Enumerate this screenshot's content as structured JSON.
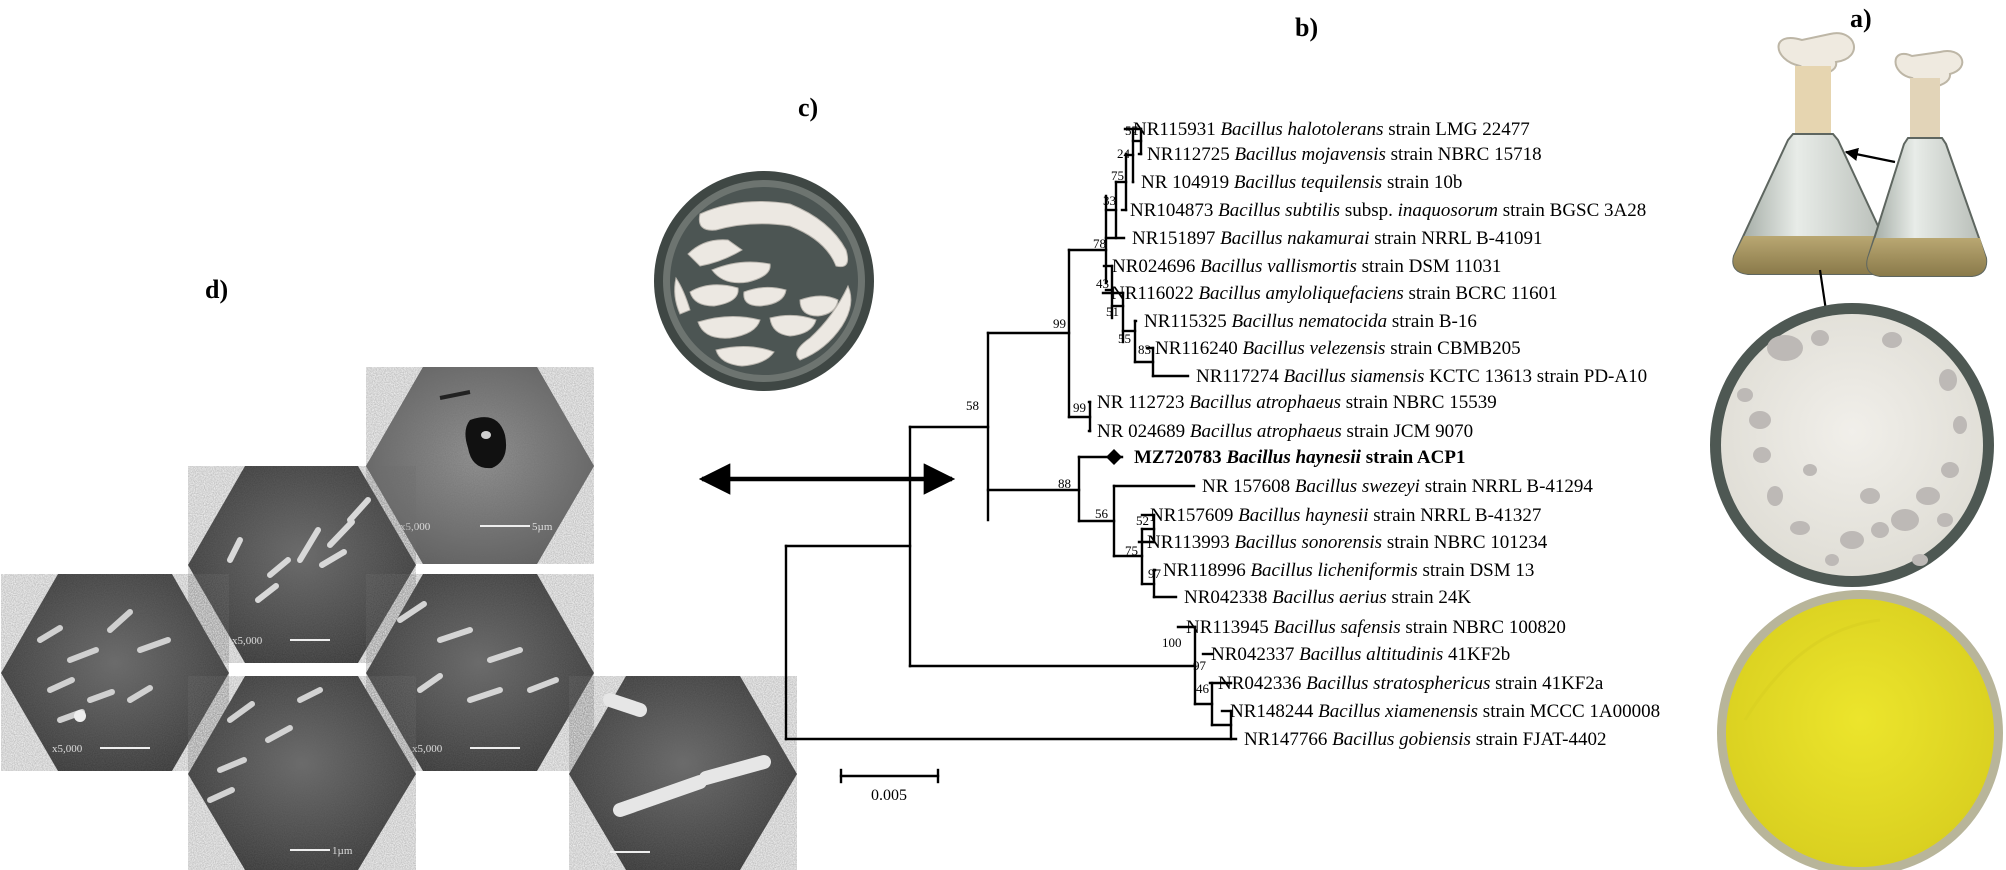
{
  "panel_labels": {
    "a": "a)",
    "b": "b)",
    "c": "c)",
    "d": "d)"
  },
  "tree": {
    "taxa": [
      {
        "acc": "NR115931",
        "genus": "Bacillus",
        "species": "halotolerans",
        "strain": "strain LMG 22477"
      },
      {
        "acc": "NR112725",
        "genus": "Bacillus",
        "species": "mojavensis",
        "strain": "strain NBRC 15718"
      },
      {
        "acc": "NR 104919",
        "genus": "Bacillus",
        "species": "tequilensis",
        "strain": "strain 10b"
      },
      {
        "acc": "NR104873",
        "genus": "Bacillus",
        "species": "subtilis",
        "mid": "subsp.",
        "sub": "inaquosorum",
        "strain": "strain BGSC 3A28"
      },
      {
        "acc": "NR151897",
        "genus": "Bacillus",
        "species": "nakamurai",
        "strain": "strain NRRL B-41091"
      },
      {
        "acc": "NR024696",
        "genus": "Bacillus",
        "species": "vallismortis",
        "strain": "strain DSM 11031"
      },
      {
        "acc": "NR116022",
        "genus": "Bacillus",
        "species": "amyloliquefaciens",
        "strain": "strain BCRC 11601"
      },
      {
        "acc": "NR115325",
        "genus": "Bacillus",
        "species": "nematocida",
        "strain": "strain B-16"
      },
      {
        "acc": "NR116240",
        "genus": "Bacillus",
        "species": "velezensis",
        "strain": "strain CBMB205"
      },
      {
        "acc": "NR117274",
        "genus": "Bacillus",
        "species": "siamensis",
        "strain": "KCTC 13613 strain PD-A10"
      },
      {
        "acc": "NR 112723",
        "genus": "Bacillus",
        "species": "atrophaeus",
        "strain": "strain NBRC 15539"
      },
      {
        "acc": "NR 024689",
        "genus": "Bacillus",
        "species": "atrophaeus",
        "strain": "strain JCM 9070"
      },
      {
        "acc": "MZ720783",
        "genus": "Bacillus",
        "species": "haynesii",
        "strain": "strain ACP1",
        "highlight": true
      },
      {
        "acc": "NR 157608",
        "genus": "Bacillus",
        "species": "swezeyi",
        "strain": "strain NRRL B-41294"
      },
      {
        "acc": "NR157609",
        "genus": "Bacillus",
        "species": "haynesii",
        "strain": "strain NRRL B-41327"
      },
      {
        "acc": "NR113993",
        "genus": "Bacillus",
        "species": "sonorensis",
        "strain": "strain NBRC 101234"
      },
      {
        "acc": "NR118996",
        "genus": "Bacillus",
        "species": "licheniformis",
        "strain": "strain DSM 13"
      },
      {
        "acc": "NR042338",
        "genus": "Bacillus",
        "species": "aerius",
        "strain": "strain 24K"
      },
      {
        "acc": "NR113945",
        "genus": "Bacillus",
        "species": "safensis",
        "strain": "strain NBRC 100820"
      },
      {
        "acc": "NR042337",
        "genus": "Bacillus",
        "species": "altitudinis",
        "strain": "41KF2b"
      },
      {
        "acc": "NR042336",
        "genus": "Bacillus",
        "species": "stratosphericus",
        "strain": "strain 41KF2a"
      },
      {
        "acc": "NR148244",
        "genus": "Bacillus",
        "species": "xiamenensis",
        "strain": "strain MCCC 1A00008"
      },
      {
        "acc": "NR147766",
        "genus": "Bacillus",
        "species": "gobiensis",
        "strain": "strain FJAT-4402"
      }
    ],
    "bootstrap": [
      "57",
      "24",
      "75",
      "33",
      "78",
      "43",
      "51",
      "55",
      "83",
      "99",
      "99",
      "58",
      "88",
      "56",
      "52",
      "75",
      "97",
      "100",
      "97",
      "46"
    ],
    "scale_bar_label": "0.005"
  },
  "sem_overlays": {
    "mag_top": "x5,000",
    "bar_top": "5µm",
    "mag_main": "x5,000",
    "bar_main": "5µm",
    "bar_small": "1µm"
  },
  "colors": {
    "line": "#000000",
    "agar_yellow": "#e5df2a",
    "agar_white": "#ecebe5",
    "colony_gray": "#bdb9b6",
    "broth": "#a89968",
    "plate_rim": "#5f6a65",
    "sem_dark": "#3a3a3a",
    "sem_cell": "#d8d8d8"
  }
}
